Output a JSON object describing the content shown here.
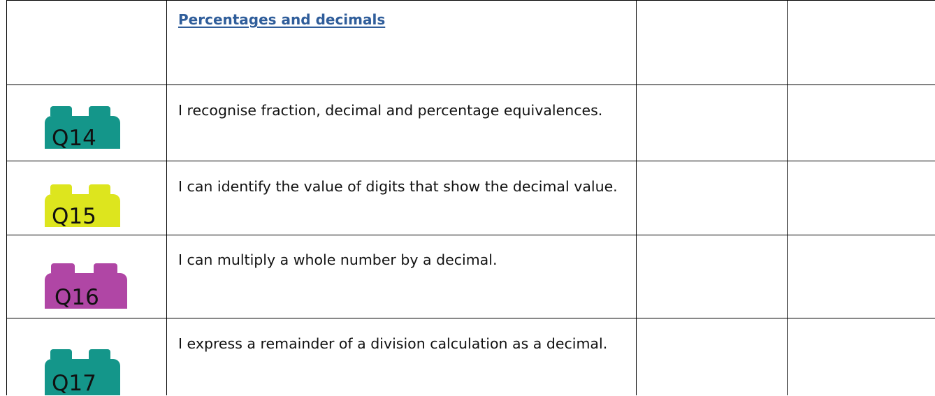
{
  "section": {
    "title": "Percentages and decimals"
  },
  "rows": [
    {
      "badge": "Q14",
      "color": "#14968a",
      "statement": "I recognise fraction, decimal and percentage equivalences."
    },
    {
      "badge": "Q15",
      "color": "#dde51e",
      "statement": "I can identify the value of digits that show the decimal value."
    },
    {
      "badge": "Q16",
      "color": "#b046a5",
      "statement": "I can multiply a whole number by a decimal."
    },
    {
      "badge": "Q17",
      "color": "#14968a",
      "statement": "I express a remainder of a division calculation as a decimal."
    }
  ]
}
